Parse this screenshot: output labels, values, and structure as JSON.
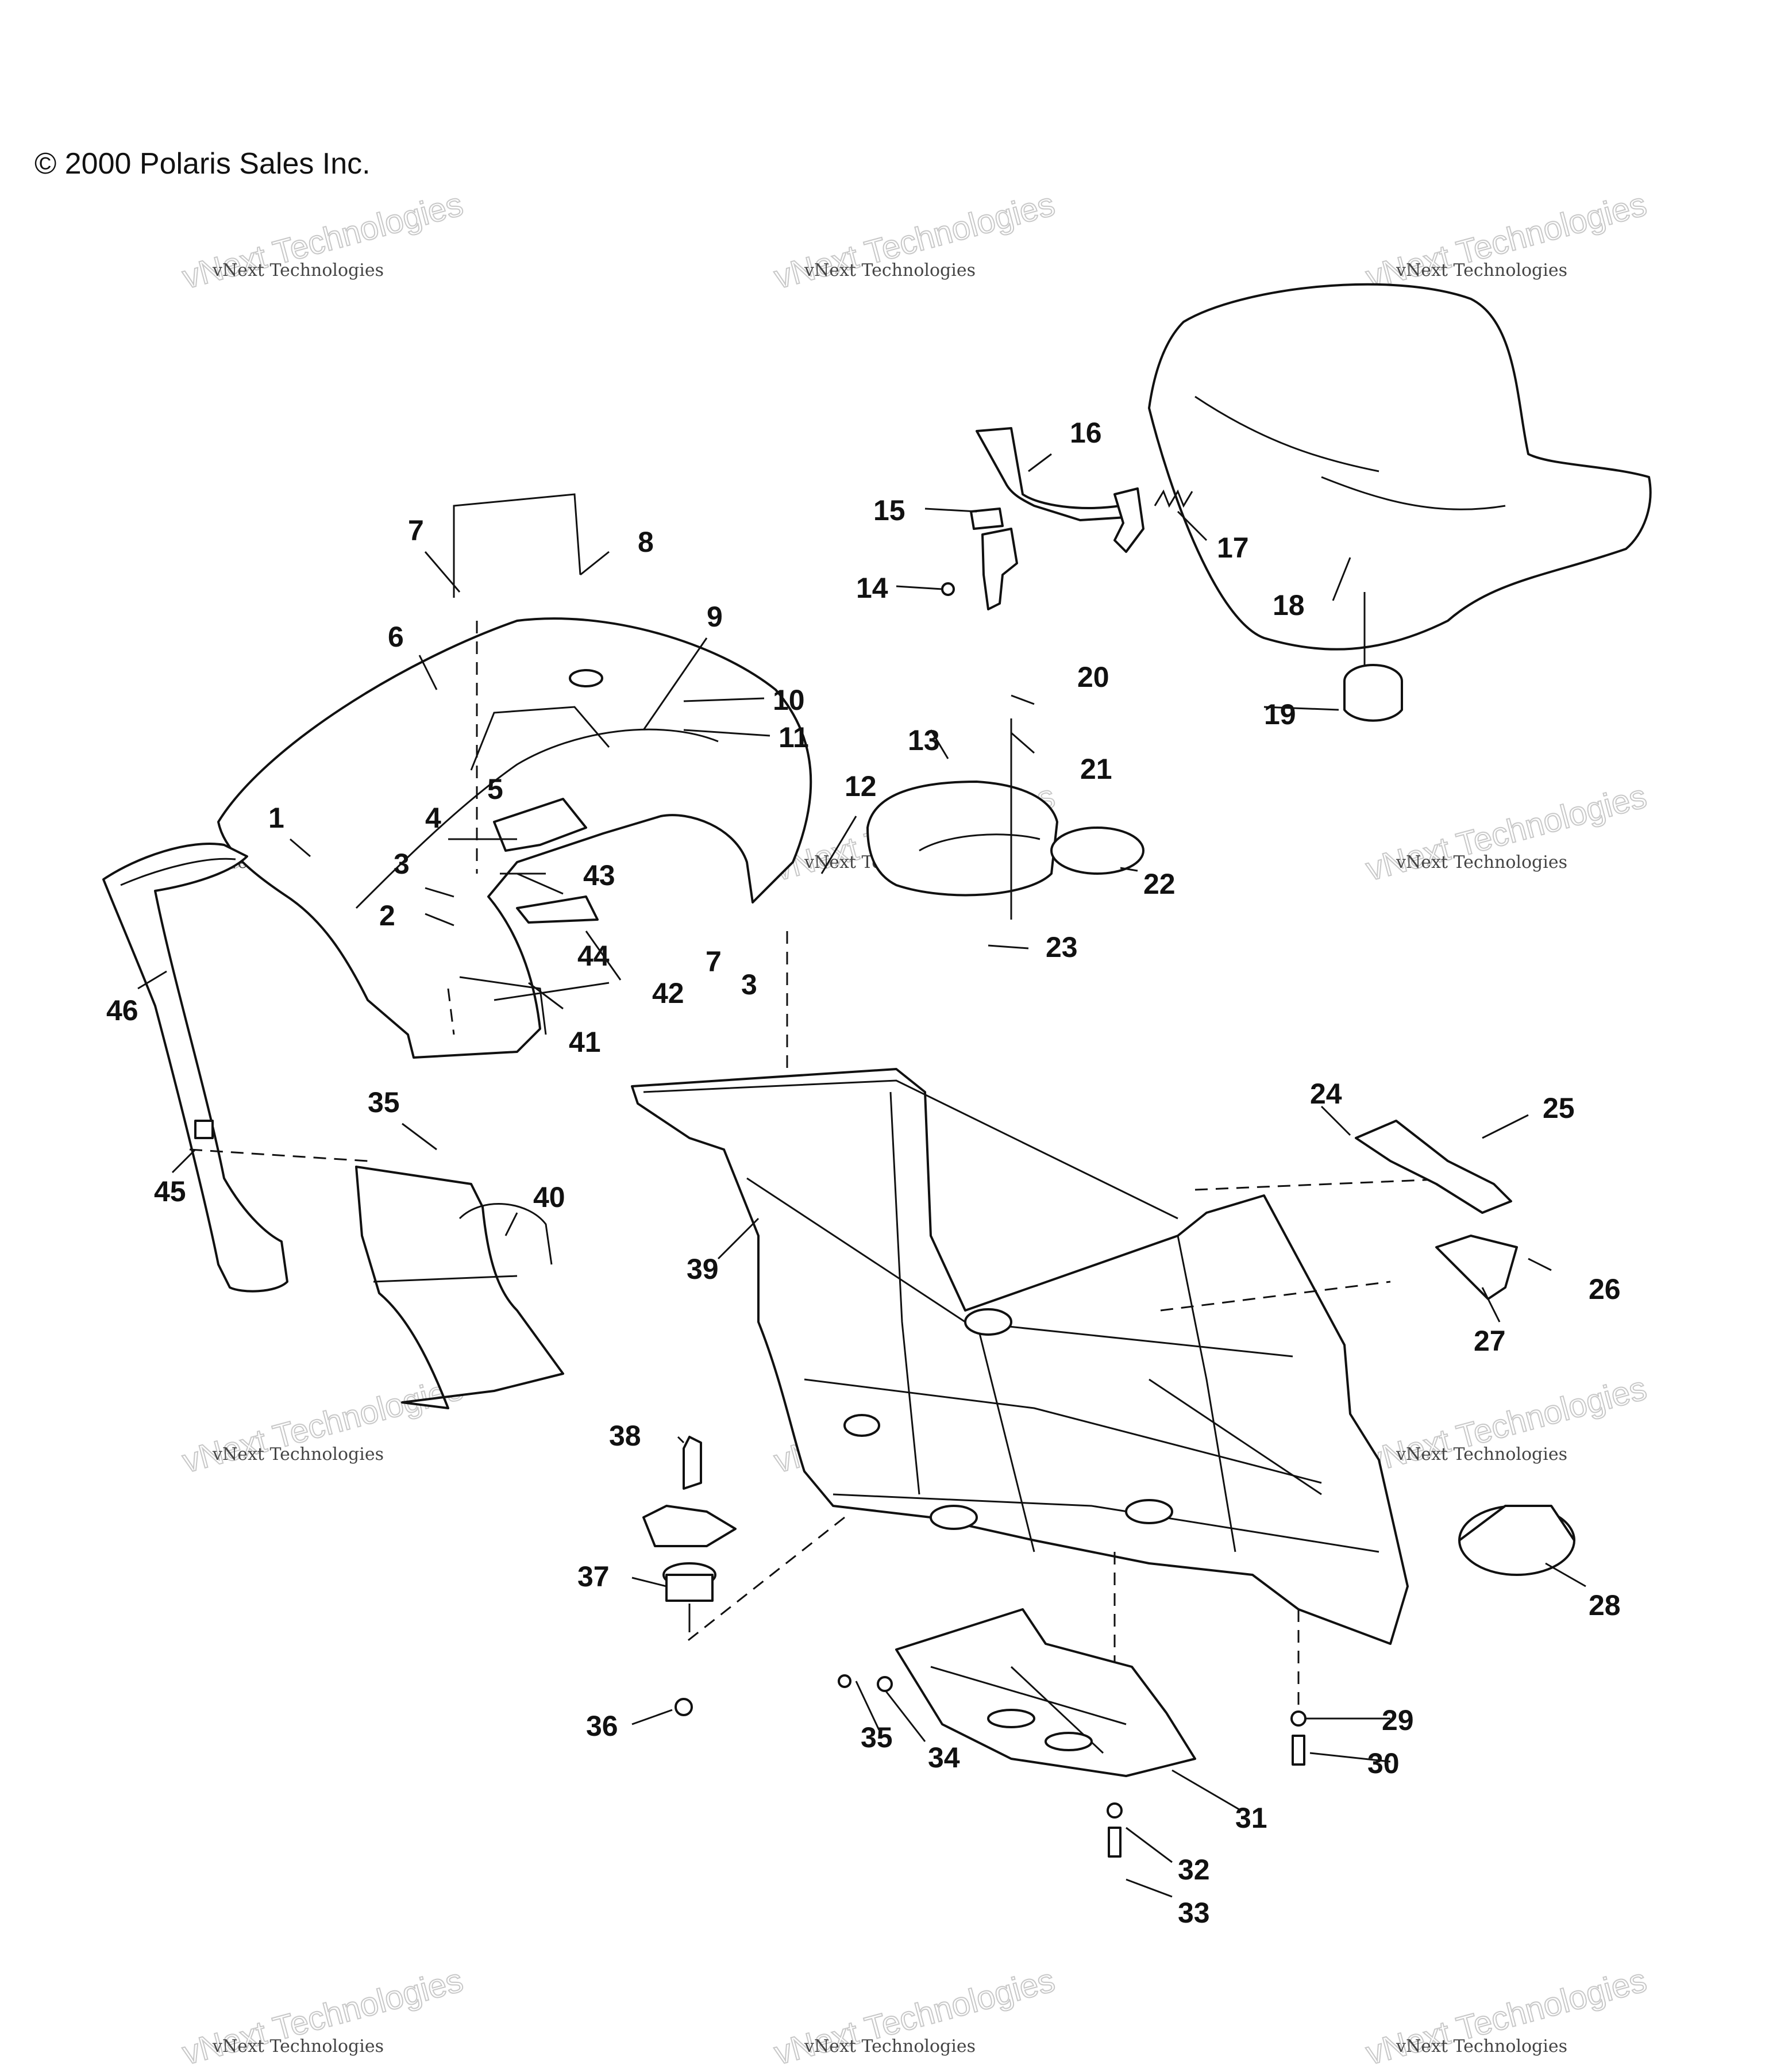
{
  "copyright": "© 2000 Polaris Sales Inc.",
  "watermark": {
    "line1": "vNext Technologies",
    "line2": "vNext Technologies"
  },
  "callouts": [
    {
      "n": "1"
    },
    {
      "n": "2"
    },
    {
      "n": "3"
    },
    {
      "n": "4"
    },
    {
      "n": "5"
    },
    {
      "n": "6"
    },
    {
      "n": "7"
    },
    {
      "n": "8"
    },
    {
      "n": "9"
    },
    {
      "n": "10"
    },
    {
      "n": "11"
    },
    {
      "n": "12"
    },
    {
      "n": "13"
    },
    {
      "n": "14"
    },
    {
      "n": "15"
    },
    {
      "n": "16"
    },
    {
      "n": "17"
    },
    {
      "n": "18"
    },
    {
      "n": "19"
    },
    {
      "n": "20"
    },
    {
      "n": "21"
    },
    {
      "n": "22"
    },
    {
      "n": "23"
    },
    {
      "n": "24"
    },
    {
      "n": "25"
    },
    {
      "n": "26"
    },
    {
      "n": "27"
    },
    {
      "n": "28"
    },
    {
      "n": "29"
    },
    {
      "n": "30"
    },
    {
      "n": "31"
    },
    {
      "n": "32"
    },
    {
      "n": "33"
    },
    {
      "n": "34"
    },
    {
      "n": "35"
    },
    {
      "n": "36"
    },
    {
      "n": "37"
    },
    {
      "n": "38"
    },
    {
      "n": "39"
    },
    {
      "n": "40"
    },
    {
      "n": "41"
    },
    {
      "n": "42"
    },
    {
      "n": "43"
    },
    {
      "n": "44"
    },
    {
      "n": "45"
    },
    {
      "n": "46"
    },
    {
      "n": "7"
    },
    {
      "n": "3"
    },
    {
      "n": "35"
    }
  ]
}
